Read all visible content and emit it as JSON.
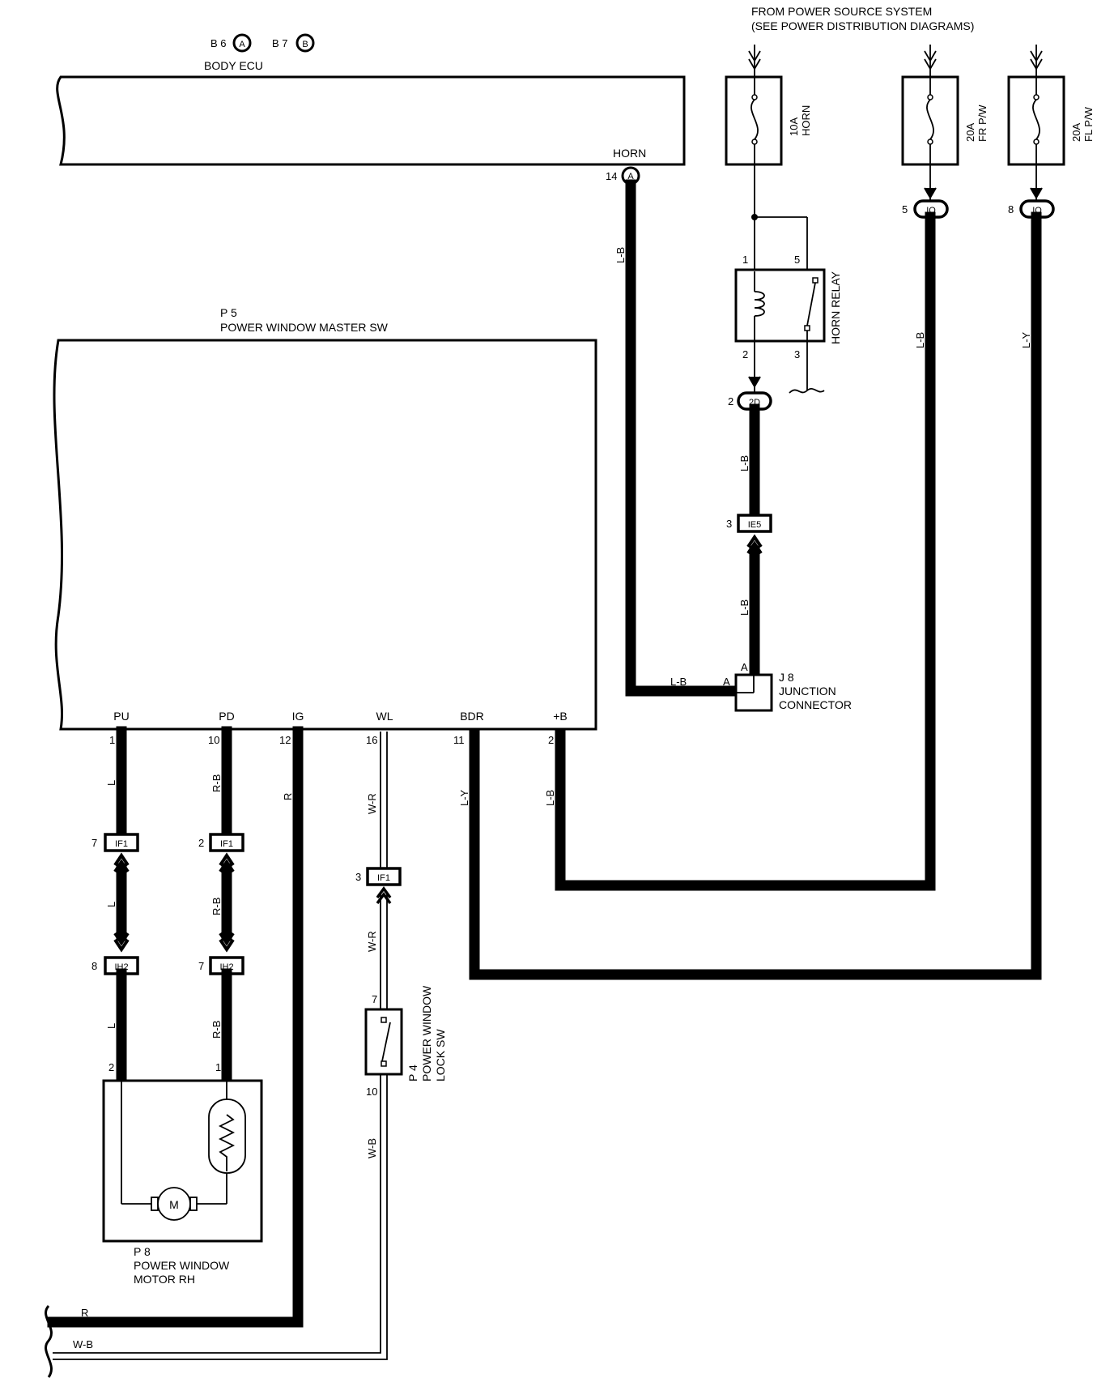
{
  "source": {
    "line1": "FROM POWER SOURCE SYSTEM",
    "line2": "(SEE POWER DISTRIBUTION DIAGRAMS)"
  },
  "ecu": {
    "label": "BODY ECU",
    "conn_b6": "B 6",
    "conn_b6_letter": "A",
    "conn_b7": "B 7",
    "conn_b7_letter": "B",
    "horn_terminal": "HORN",
    "horn_pin": "14",
    "horn_conn_letter": "A"
  },
  "fuses": [
    {
      "amp": "10A",
      "name": "HORN"
    },
    {
      "amp": "20A",
      "name": "FR P/W"
    },
    {
      "amp": "20A",
      "name": "FL P/W"
    }
  ],
  "io_connectors": [
    {
      "pin": "5",
      "code": "IO"
    },
    {
      "pin": "8",
      "code": "IO"
    }
  ],
  "horn_relay": {
    "label": "HORN RELAY",
    "pin1": "1",
    "pin5": "5",
    "pin2": "2",
    "pin3": "3"
  },
  "conn_2d": {
    "pin": "2",
    "code": "2D"
  },
  "conn_ie5": {
    "pin": "3",
    "code": "IE5"
  },
  "junction": {
    "code": "J 8",
    "line1": "JUNCTION",
    "line2": "CONNECTOR",
    "pin_top": "A",
    "pin_left": "A"
  },
  "master_sw": {
    "code": "P 5",
    "label": "POWER WINDOW MASTER SW",
    "terminals": [
      "PU",
      "PD",
      "IG",
      "WL",
      "BDR",
      "+B"
    ],
    "pins": [
      "1",
      "10",
      "12",
      "16",
      "11",
      "2"
    ]
  },
  "wires": {
    "horn_ecu": "L-B",
    "horn_jct": "L-B",
    "relay_2d": "L-B",
    "ie5_jct": "L-B",
    "fr_pw": "L-B",
    "fl_pw": "L-Y",
    "pu_top": "L",
    "pu_mid": "L",
    "pu_bot": "L",
    "pd_top": "R-B",
    "pd_mid": "R-B",
    "pd_bot": "R-B",
    "ig": "R",
    "wl_top": "W-R",
    "wl_mid": "W-R",
    "wl_bot": "W-B",
    "bdr": "L-Y",
    "plusb": "L-B",
    "bottom_r": "R",
    "bottom_wb": "W-B"
  },
  "if1": [
    {
      "pin": "7",
      "code": "IF1"
    },
    {
      "pin": "2",
      "code": "IF1"
    },
    {
      "pin": "3",
      "code": "IF1"
    }
  ],
  "ih2": [
    {
      "pin": "8",
      "code": "IH2"
    },
    {
      "pin": "7",
      "code": "IH2"
    }
  ],
  "lock_sw": {
    "code": "P 4",
    "line1": "POWER WINDOW",
    "line2": "LOCK SW",
    "pin_top": "7",
    "pin_bot": "10"
  },
  "motor": {
    "code": "P 8",
    "line1": "POWER WINDOW",
    "line2": "MOTOR RH",
    "pin_l": "2",
    "pin_r": "1",
    "symbol": "M"
  }
}
